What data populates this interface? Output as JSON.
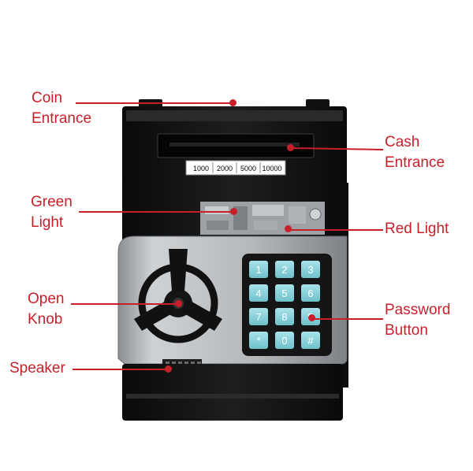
{
  "product": {
    "denominations": [
      "1000",
      "2000",
      "5000",
      "10000"
    ],
    "keypad_keys": [
      "1",
      "2",
      "3",
      "4",
      "5",
      "6",
      "7",
      "8",
      "9",
      "*",
      "0",
      "#"
    ]
  },
  "callouts": {
    "coin_entrance": "Coin\nEntrance",
    "cash_entrance": "Cash\nEntrance",
    "green_light": "Green\nLight",
    "red_light": "Red Light",
    "open_knob": "Open\nKnob",
    "password_button": "Password\nButton",
    "speaker": "Speaker"
  },
  "colors": {
    "callout": "#c8202a",
    "body": "#111111",
    "panel": "#b9bcbf",
    "key": "#8fd3dc"
  }
}
